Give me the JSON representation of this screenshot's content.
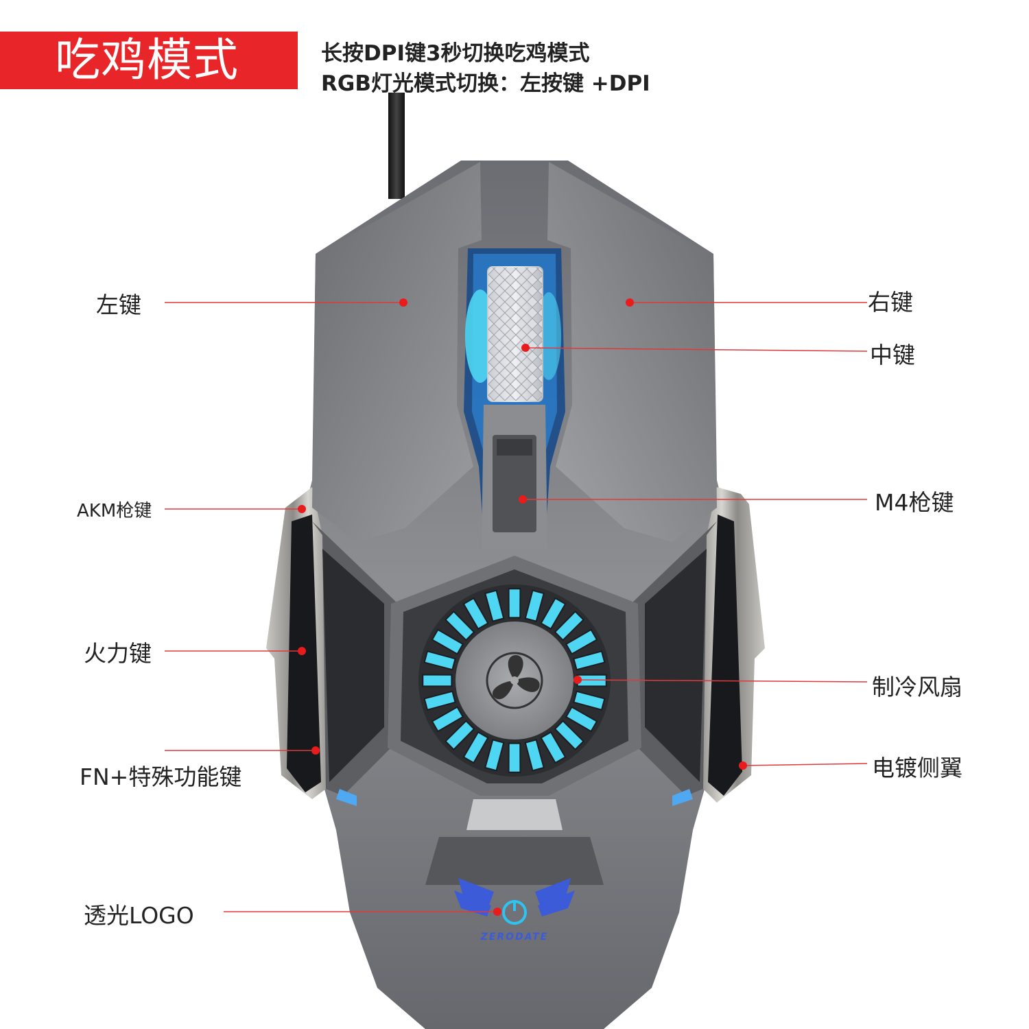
{
  "header": {
    "mode_title": "吃鸡模式",
    "note_line1": "长按DPI键3秒切换吃鸡模式",
    "note_line2": "RGB灯光模式切换：左按键 +DPI"
  },
  "labels": {
    "left_button": "左键",
    "right_button": "右键",
    "middle_button": "中键",
    "akm_key": "AKM枪键",
    "m4_key": "M4枪键",
    "fire_key": "火力键",
    "cooling_fan": "制冷风扇",
    "fn_key": "FN+特殊功能键",
    "plated_wing": "电镀侧翼",
    "logo": "透光LOGO"
  },
  "brand": {
    "logo_text": "ZERODATE"
  },
  "colors": {
    "banner": "#e8262a",
    "callout_line": "#e0393b",
    "callout_dot": "#e81c1c",
    "mouse_body": "#7b7c80",
    "glow": "#4fd6f2"
  }
}
